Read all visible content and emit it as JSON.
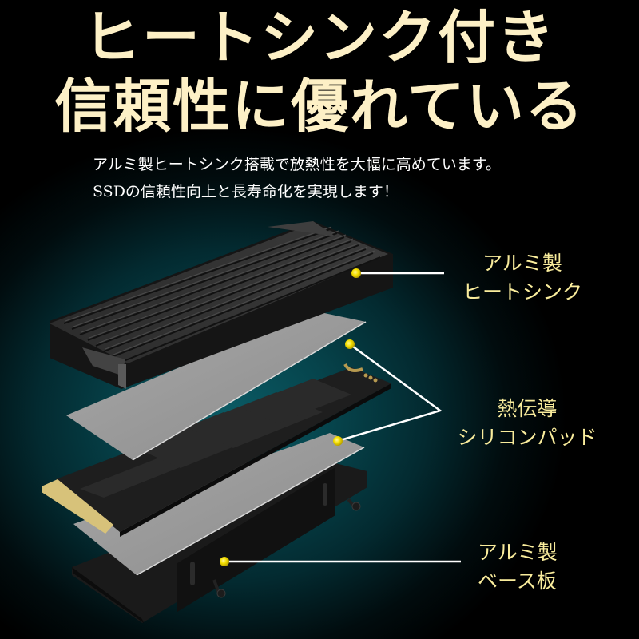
{
  "headline": {
    "line1": "ヒートシンク付き",
    "line2": "信頼性に優れている"
  },
  "subtitle": {
    "line1": "アルミ製ヒートシンク搭載で放熱性を大幅に高めています。",
    "line2": "SSDの信頼性向上と長寿命化を実現します！"
  },
  "callouts": [
    {
      "line1": "アルミ製",
      "line2": "ヒートシンク"
    },
    {
      "line1": "熱伝導",
      "line2": "シリコンパッド"
    },
    {
      "line1": "アルミ製",
      "line2": "ベース板"
    }
  ],
  "colors": {
    "headline": "#fdf0c6",
    "callout_text": "#f9ec9c",
    "marker_dot": "#f5e000",
    "leader_line": "#ffffff",
    "background_glow": "#0a5a64"
  }
}
